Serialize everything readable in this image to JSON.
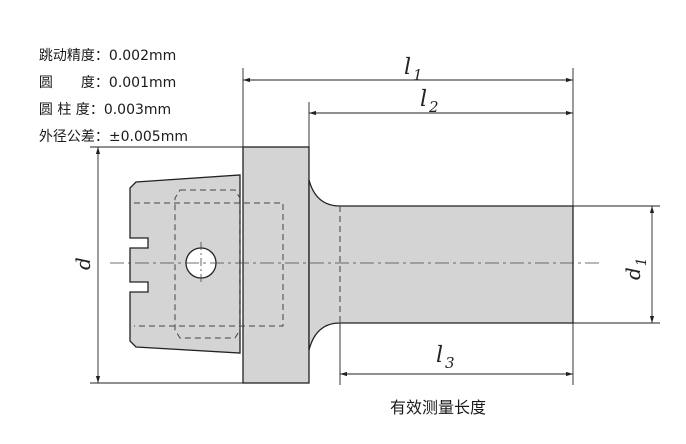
{
  "specs": [
    {
      "label": "跳动精度",
      "value": "0.002mm"
    },
    {
      "label": "圆　　度",
      "value": "0.001mm"
    },
    {
      "label": "圆 柱 度",
      "value": "0.003mm"
    },
    {
      "label": "外径公差",
      "value": "±0.005mm"
    }
  ],
  "dims": {
    "l1": {
      "sym": "l",
      "sub": "1"
    },
    "l2": {
      "sym": "l",
      "sub": "2"
    },
    "l3": {
      "sym": "l",
      "sub": "3"
    },
    "d": {
      "sym": "d"
    },
    "d1": {
      "sym": "d",
      "sub": "1"
    }
  },
  "caption": "有效测量长度",
  "colors": {
    "body_fill": "#d4d4d4",
    "line": "#222222"
  }
}
